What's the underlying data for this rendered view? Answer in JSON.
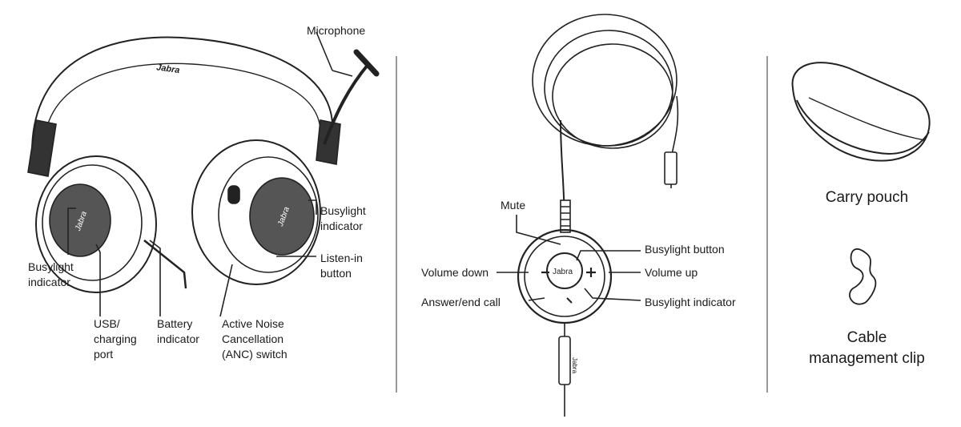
{
  "headset": {
    "logo": "Jabra",
    "labels": {
      "microphone": "Microphone",
      "busylight_left": [
        "Busylight",
        "indicator"
      ],
      "usb_port": [
        "USB/",
        "charging",
        "port"
      ],
      "battery": [
        "Battery",
        "indicator"
      ],
      "anc_switch": [
        "Active Noise",
        "Cancellation",
        "(ANC) switch"
      ],
      "busylight_right": [
        "Busylight",
        "indicator"
      ],
      "listen_in": [
        "Listen-in",
        "button"
      ]
    }
  },
  "controller": {
    "logo": "Jabra",
    "labels": {
      "mute": "Mute",
      "volume_down": "Volume down",
      "answer_end": "Answer/end call",
      "busylight_button": "Busylight button",
      "volume_up": "Volume up",
      "busylight_indicator": "Busylight indicator"
    }
  },
  "accessories": {
    "carry_pouch": "Carry pouch",
    "cable_clip": [
      "Cable",
      "management clip"
    ]
  }
}
